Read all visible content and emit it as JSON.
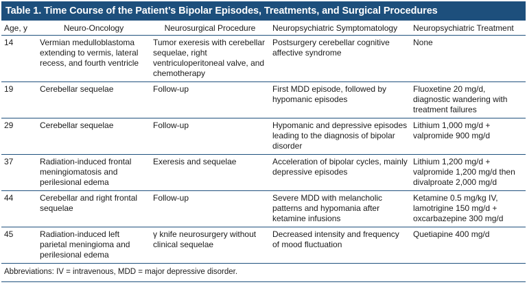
{
  "title": "Table 1. Time Course of the Patient’s Bipolar Episodes, Treatments, and Surgical Procedures",
  "columns": [
    "Age, y",
    "Neuro-Oncology",
    "Neurosurgical Procedure",
    "Neuropsychiatric Symptomatology",
    "Neuropsychiatric Treatment"
  ],
  "rows": [
    {
      "age": "14",
      "neuro_oncology": "Vermian medulloblastoma extending to vermis, lateral recess, and fourth ventricle",
      "procedure": "Tumor exeresis with cerebellar sequelae, right ventriculoperitoneal valve, and chemotherapy",
      "symptomatology": "Postsurgery cerebellar cognitive affective syndrome",
      "treatment": "None"
    },
    {
      "age": "19",
      "neuro_oncology": "Cerebellar sequelae",
      "procedure": "Follow-up",
      "symptomatology": "First MDD episode, followed by hypomanic episodes",
      "treatment": "Fluoxetine 20 mg/d, diagnostic wandering with treatment failures"
    },
    {
      "age": "29",
      "neuro_oncology": "Cerebellar sequelae",
      "procedure": "Follow-up",
      "symptomatology": "Hypomanic and depressive episodes leading to the diagnosis of bipolar disorder",
      "treatment": "Lithium 1,000 mg/d + valpromide 900 mg/d"
    },
    {
      "age": "37",
      "neuro_oncology": "Radiation-induced frontal meningiomatosis and perilesional edema",
      "procedure": "Exeresis and sequelae",
      "symptomatology": "Acceleration of bipolar cycles, mainly depressive episodes",
      "treatment": "Lithium 1,200 mg/d + valpromide 1,200 mg/d then divalproate 2,000 mg/d"
    },
    {
      "age": "44",
      "neuro_oncology": "Cerebellar and right frontal sequelae",
      "procedure": "Follow-up",
      "symptomatology": "Severe MDD with melancholic patterns and hypomania after ketamine infusions",
      "treatment": "Ketamine 0.5 mg/kg IV, lamotrigine 150 mg/d + oxcarbazepine 300 mg/d"
    },
    {
      "age": "45",
      "neuro_oncology": "Radiation-induced left parietal meningioma and perilesional edema",
      "procedure": "γ knife neurosurgery without clinical sequelae",
      "symptomatology": "Decreased intensity and frequency of mood fluctuation",
      "treatment": "Quetiapine 400 mg/d"
    }
  ],
  "footer": "Abbreviations: IV = intravenous, MDD = major depressive disorder.",
  "colors": {
    "accent": "#1d4f7c"
  }
}
